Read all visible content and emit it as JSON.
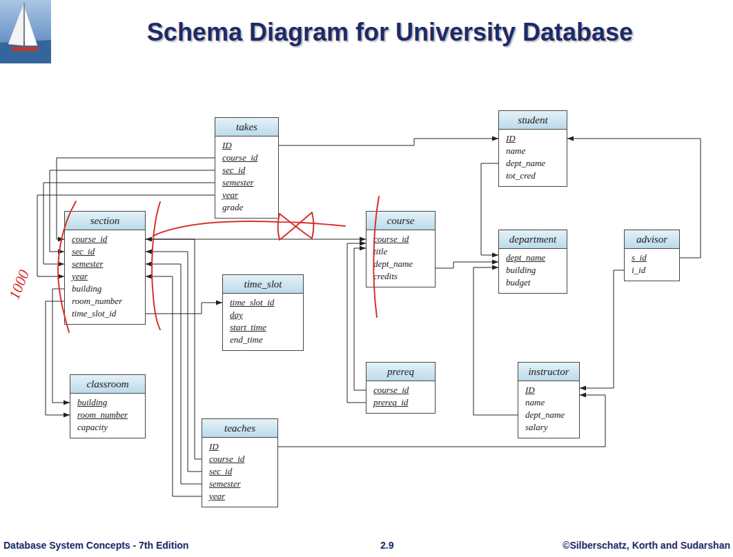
{
  "diagram": {
    "title": "Schema Diagram for University Database",
    "nodes": [
      {
        "text": [
          "takes",
          "ID",
          "course_id",
          "sec_id",
          "semester",
          "year",
          "grade"
        ]
      },
      {
        "text": [
          "student",
          "ID",
          "name",
          "dept_name",
          "tot_cred"
        ]
      },
      {
        "text": [
          "section",
          "course_id",
          "sec_id",
          "semester",
          "year",
          "building",
          "room_number",
          "time_slot_id"
        ]
      },
      {
        "text": [
          "course",
          "course_id",
          "title",
          "dept_name",
          "credits"
        ]
      },
      {
        "text": [
          "department",
          "dept_name",
          "building",
          "budget"
        ]
      },
      {
        "text": [
          "advisor",
          "s_id",
          "i_id"
        ]
      },
      {
        "text": [
          "time_slot",
          "time_slot_id",
          "day",
          "start_time",
          "end_time"
        ]
      },
      {
        "text": [
          "prereq",
          "course_id",
          "prereq_id"
        ]
      },
      {
        "text": [
          "instructor",
          "ID",
          "name",
          "dept_name",
          "salary"
        ]
      },
      {
        "text": [
          "classroom",
          "building",
          "room_number",
          "capacity"
        ]
      },
      {
        "text": [
          "teaches",
          "ID",
          "course_id",
          "sec_id",
          "semester",
          "year"
        ]
      }
    ],
    "edges": [
      {
        "from": 0,
        "to": 1,
        "arrow": "to"
      },
      {
        "from": 0,
        "to": 2,
        "arrow": "to"
      },
      {
        "from": 0,
        "to": 2,
        "arrow": "to"
      },
      {
        "from": 0,
        "to": 2,
        "arrow": "to"
      },
      {
        "from": 0,
        "to": 2,
        "arrow": "to"
      },
      {
        "from": 2,
        "to": 3,
        "arrow": "to"
      },
      {
        "from": 2,
        "to": 6,
        "arrow": "to"
      },
      {
        "from": 2,
        "to": 9,
        "arrow": "to"
      },
      {
        "from": 2,
        "to": 9,
        "arrow": "to"
      },
      {
        "from": 3,
        "to": 4,
        "arrow": "to"
      },
      {
        "from": 7,
        "to": 3,
        "arrow": "to"
      },
      {
        "from": 7,
        "to": 3,
        "arrow": "to"
      },
      {
        "from": 1,
        "to": 4,
        "arrow": "to"
      },
      {
        "from": 8,
        "to": 4,
        "arrow": "to"
      },
      {
        "from": 5,
        "to": 1,
        "arrow": "to"
      },
      {
        "from": 5,
        "to": 8,
        "arrow": "to"
      },
      {
        "from": 10,
        "to": 8,
        "arrow": "to"
      },
      {
        "from": 10,
        "to": 2,
        "arrow": "to"
      },
      {
        "from": 10,
        "to": 2,
        "arrow": "to"
      },
      {
        "from": 10,
        "to": 2,
        "arrow": "to"
      },
      {
        "from": 10,
        "to": 2,
        "arrow": "to"
      }
    ],
    "labels": [
      "1000",
      "Database System Concepts - 7th Edition",
      "2.9",
      "©Silberschatz, Korth and Sudarshan"
    ]
  }
}
